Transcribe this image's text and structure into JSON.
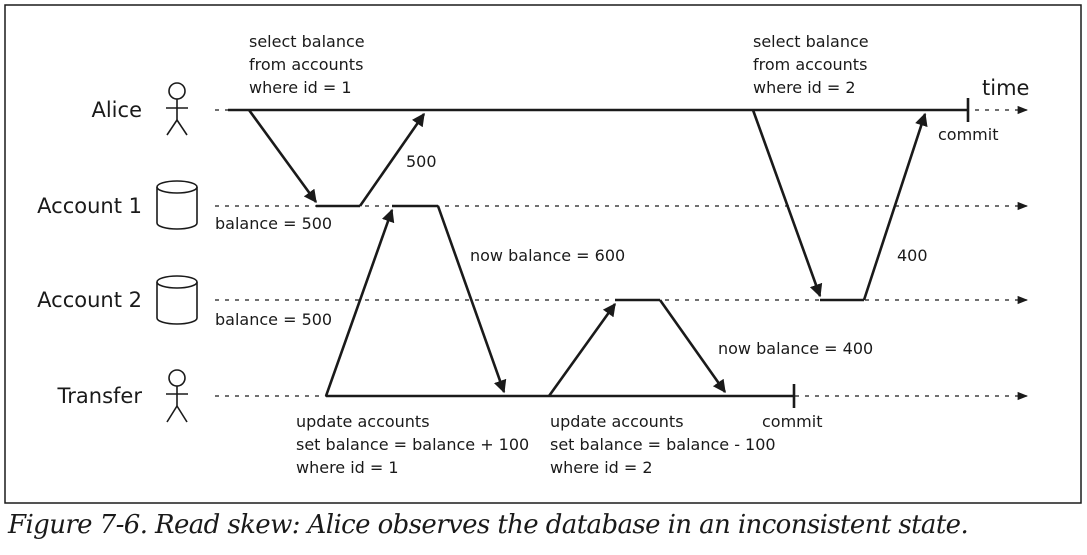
{
  "actors": {
    "alice": "Alice",
    "account1": "Account 1",
    "account2": "Account 2",
    "transfer": "Transfer"
  },
  "time_label": "time",
  "alice_query_1": [
    "select balance",
    "from accounts",
    "where id = 1"
  ],
  "alice_query_2": [
    "select balance",
    "from accounts",
    "where id = 2"
  ],
  "alice_commit": "commit",
  "transfer_commit": "commit",
  "response_500": "500",
  "response_400": "400",
  "account1_initial": "balance = 500",
  "account2_initial": "balance = 500",
  "account1_updated": "now balance = 600",
  "account2_updated": "now balance = 400",
  "transfer_update_1": [
    "update accounts",
    "set balance = balance + 100",
    "where id = 1"
  ],
  "transfer_update_2": [
    "update accounts",
    "set balance = balance - 100",
    "where id = 2"
  ],
  "caption": "Figure 7-6. Read skew: Alice observes the database in an inconsistent state."
}
